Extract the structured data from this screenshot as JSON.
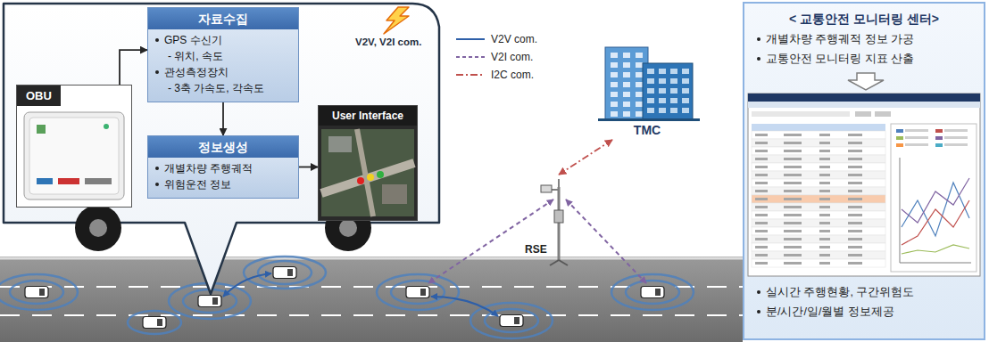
{
  "diagram": {
    "nodes": [
      {
        "text": [
          "OBU"
        ]
      },
      {
        "text": [
          "자료수집",
          "GPS 수신기",
          "- 위치, 속도",
          "관성측정장치",
          "- 3축 가속도, 각속도"
        ]
      },
      {
        "text": [
          "정보생성",
          "개별차량 주행궤적",
          "위험운전 정보"
        ]
      },
      {
        "text": [
          "User Interface"
        ]
      },
      {
        "text": [
          "TMC"
        ]
      },
      {
        "text": [
          "RSE"
        ]
      },
      {
        "text": [
          "< 교통안전 모니터링 센터>",
          "개별차량 주행궤적 정보 가공",
          "교통안전 모니터링 지표 산출",
          "실시간 주행현황, 구간위험도",
          "분/시간/일/월별 정보제공"
        ]
      }
    ],
    "edges": [
      {
        "from": 0,
        "to": 1,
        "arrow": "to"
      },
      {
        "from": 1,
        "to": 2,
        "arrow": "to"
      },
      {
        "from": 2,
        "to": 3,
        "arrow": "to"
      },
      {
        "from": 4,
        "to": 5,
        "arrow": "both"
      }
    ],
    "labels": [
      "V2V, V2I com."
    ],
    "legend": [
      {
        "text": "V2V com."
      },
      {
        "text": "V2I com."
      },
      {
        "text": "I2C com."
      }
    ]
  }
}
